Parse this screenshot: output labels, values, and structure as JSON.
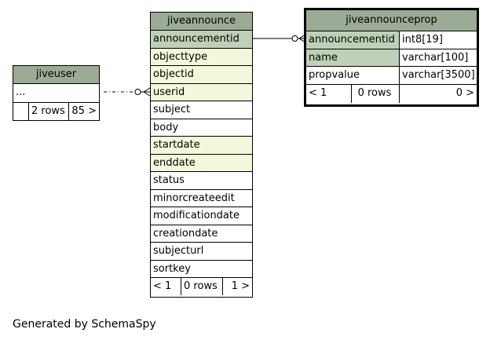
{
  "tables": {
    "jiveuser": {
      "name": "jiveuser",
      "placeholder": "...",
      "stats": {
        "left": "",
        "rows": "2 rows",
        "right": "85 >"
      }
    },
    "jiveannounce": {
      "name": "jiveannounce",
      "columns": [
        "announcementid",
        "objecttype",
        "objectid",
        "userid",
        "subject",
        "body",
        "startdate",
        "enddate",
        "status",
        "minorcreateedit",
        "modificationdate",
        "creationdate",
        "subjecturl",
        "sortkey"
      ],
      "stats": {
        "left": "< 1",
        "rows": "0 rows",
        "right": "1 >"
      }
    },
    "jiveannounceprop": {
      "name": "jiveannounceprop",
      "columns": [
        {
          "name": "announcementid",
          "type": "int8[19]"
        },
        {
          "name": "name",
          "type": "varchar[100]"
        },
        {
          "name": "propvalue",
          "type": "varchar[3500]"
        }
      ],
      "stats": {
        "left": "< 1",
        "rows": "0 rows",
        "right": "0 >"
      }
    }
  },
  "colors": {
    "title": "#9bab96",
    "primary_key": "#bed1b8",
    "foreign_key": "#f4f7da",
    "plain": "#ffffff"
  },
  "footer": "Generated by SchemaSpy"
}
